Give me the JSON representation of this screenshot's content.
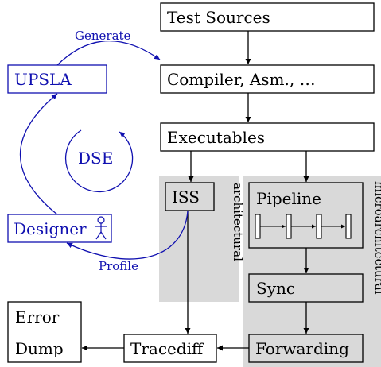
{
  "nodes": {
    "test_sources": "Test Sources",
    "compiler": "Compiler, Asm., …",
    "executables": "Executables",
    "iss": "ISS",
    "pipeline": "Pipeline",
    "sync": "Sync",
    "forwarding": "Forwarding",
    "tracediff": "Tracediff",
    "error": "Error",
    "dump": "Dump",
    "upsla": "UPSLA",
    "designer": "Designer",
    "dse": "DSE"
  },
  "edge_labels": {
    "generate": "Generate",
    "profile": "Profile"
  },
  "regions": {
    "architectural": "architectural",
    "microarchitectural": "microarchitectural"
  },
  "colors": {
    "accent": "#1010b0",
    "region_fill": "#d9d9d9",
    "stroke": "#000000"
  },
  "icons": {
    "designer": "person-icon",
    "pipeline": "pipeline-stages-icon"
  }
}
